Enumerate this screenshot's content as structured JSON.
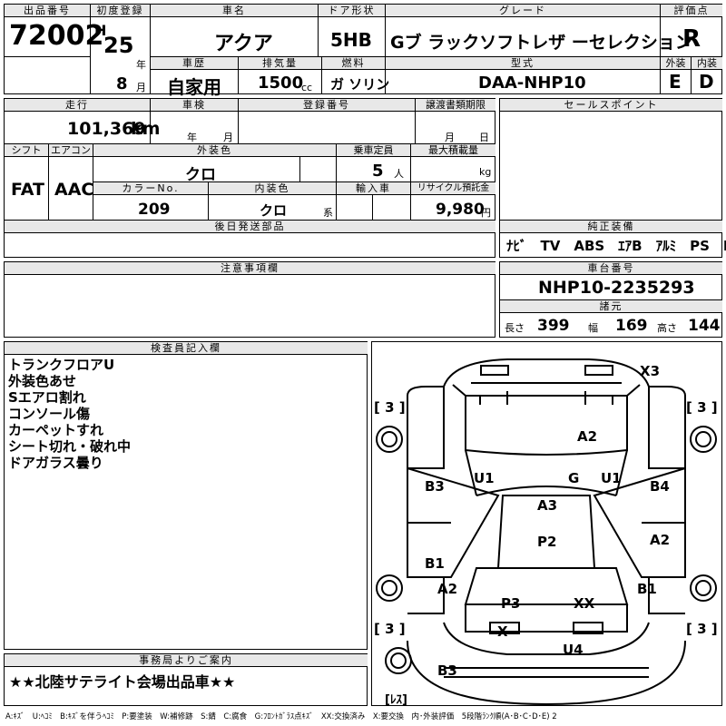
{
  "header": {
    "lot_label": "出品番号",
    "lot_no": "72002",
    "first_reg_label": "初度登録",
    "era": "H",
    "year": "25",
    "year_unit": "年",
    "month": "8",
    "month_unit": "月",
    "car_name_label": "車名",
    "car_name": "アクア",
    "door_label": "ドア形状",
    "door": "5HB",
    "grade_label": "グレード",
    "grade": "Gブ ラックソフトレザ ーセレクション",
    "score_label": "評価点",
    "score": "R",
    "history_label": "車歴",
    "history": "自家用",
    "displacement_label": "排気量",
    "displacement": "1500",
    "displacement_unit": "cc",
    "fuel_label": "燃料",
    "fuel": "ガ ソリン",
    "model_label": "型式",
    "model": "DAA-NHP10",
    "ext_label": "外装",
    "ext_grade": "E",
    "int_label": "内装",
    "int_grade": "D"
  },
  "row2": {
    "mileage_label": "走行",
    "mileage": "101,369",
    "mileage_unit": "km",
    "inspection_label": "車検",
    "insp_year_unit": "年",
    "insp_month_unit": "月",
    "reg_label": "登録番号",
    "transfer_label": "譲渡書類期限",
    "transfer_month_unit": "月",
    "transfer_day_unit": "日",
    "sales_point_label": "セールスポイント",
    "shift_label": "シフト",
    "shift": "FAT",
    "ac_label": "エアコン",
    "ac": "AAC",
    "exterior_color_label": "外装色",
    "exterior_color": "クロ",
    "capacity_label": "乗車定員",
    "capacity": "5",
    "capacity_unit": "人",
    "load_label": "最大積載量",
    "load_unit": "kg",
    "color_no_label": "カラーNo.",
    "color_no": "209",
    "interior_color_label": "内装色",
    "interior_color": "クロ",
    "interior_color_unit": "系",
    "import_label": "輸入車",
    "recycle_label": "リサイクル預託金",
    "recycle": "9,980",
    "recycle_unit": "円",
    "later_parts_label": "後日発送部品",
    "equipment_label": "純正装備",
    "equipment": "ﾅﾋﾞ　TV　ABS　ｴｱB　ｱﾙﾐ　PS　PW"
  },
  "notes_label": "注意事項欄",
  "chassis_label": "車台番号",
  "chassis": "NHP10-2235293",
  "spec_label": "諸元",
  "length_label": "長さ",
  "length": "399",
  "width_label": "幅",
  "width": "169",
  "height_label": "高さ",
  "height": "144",
  "inspector_label": "検査員記入欄",
  "inspector_notes": [
    "トランクフロアU",
    "外装色あせ",
    "Sエアロ割れ",
    "コンソール傷",
    "カーペットすれ",
    "シート切れ・破れ中",
    "ドアガラス曇り"
  ],
  "office_label": "事務局よりご案内",
  "office_note": "★★北陸サテライト会場出品車★★",
  "legend": "A:ｷｽﾞ　U:ﾍｺﾐ　B:ｷｽﾞを伴うﾍｺﾐ　P:要塗装　W:補修跡　S:錆　C:腐食　G:ﾌﾛﾝﾄｶﾞﾗｽ点ｷｽﾞ　XX:交換済み　X:要交換　内･外装評価　5段階ﾗﾝｸ順(A･B･C･D･E) 2",
  "diagram": {
    "tire_fl": "[ 3 ]",
    "tire_fr": "[ 3 ]",
    "tire_rl": "[ 3 ]",
    "tire_rr": "[ 3 ]",
    "spare": "[ﾚｽ]",
    "marks": {
      "x3": "X3",
      "a2_hood": "A2",
      "b3_lf": "B3",
      "u1_l": "U1",
      "g": "G",
      "u1_r": "U1",
      "b4_rf": "B4",
      "a3": "A3",
      "p2": "P2",
      "a2_rd": "A2",
      "b1_l": "B1",
      "a2_lr": "A2",
      "b1_r": "B1",
      "p3": "P3",
      "xx": "XX",
      "x": "X",
      "u4": "U4",
      "b3_rear": "B3"
    }
  }
}
